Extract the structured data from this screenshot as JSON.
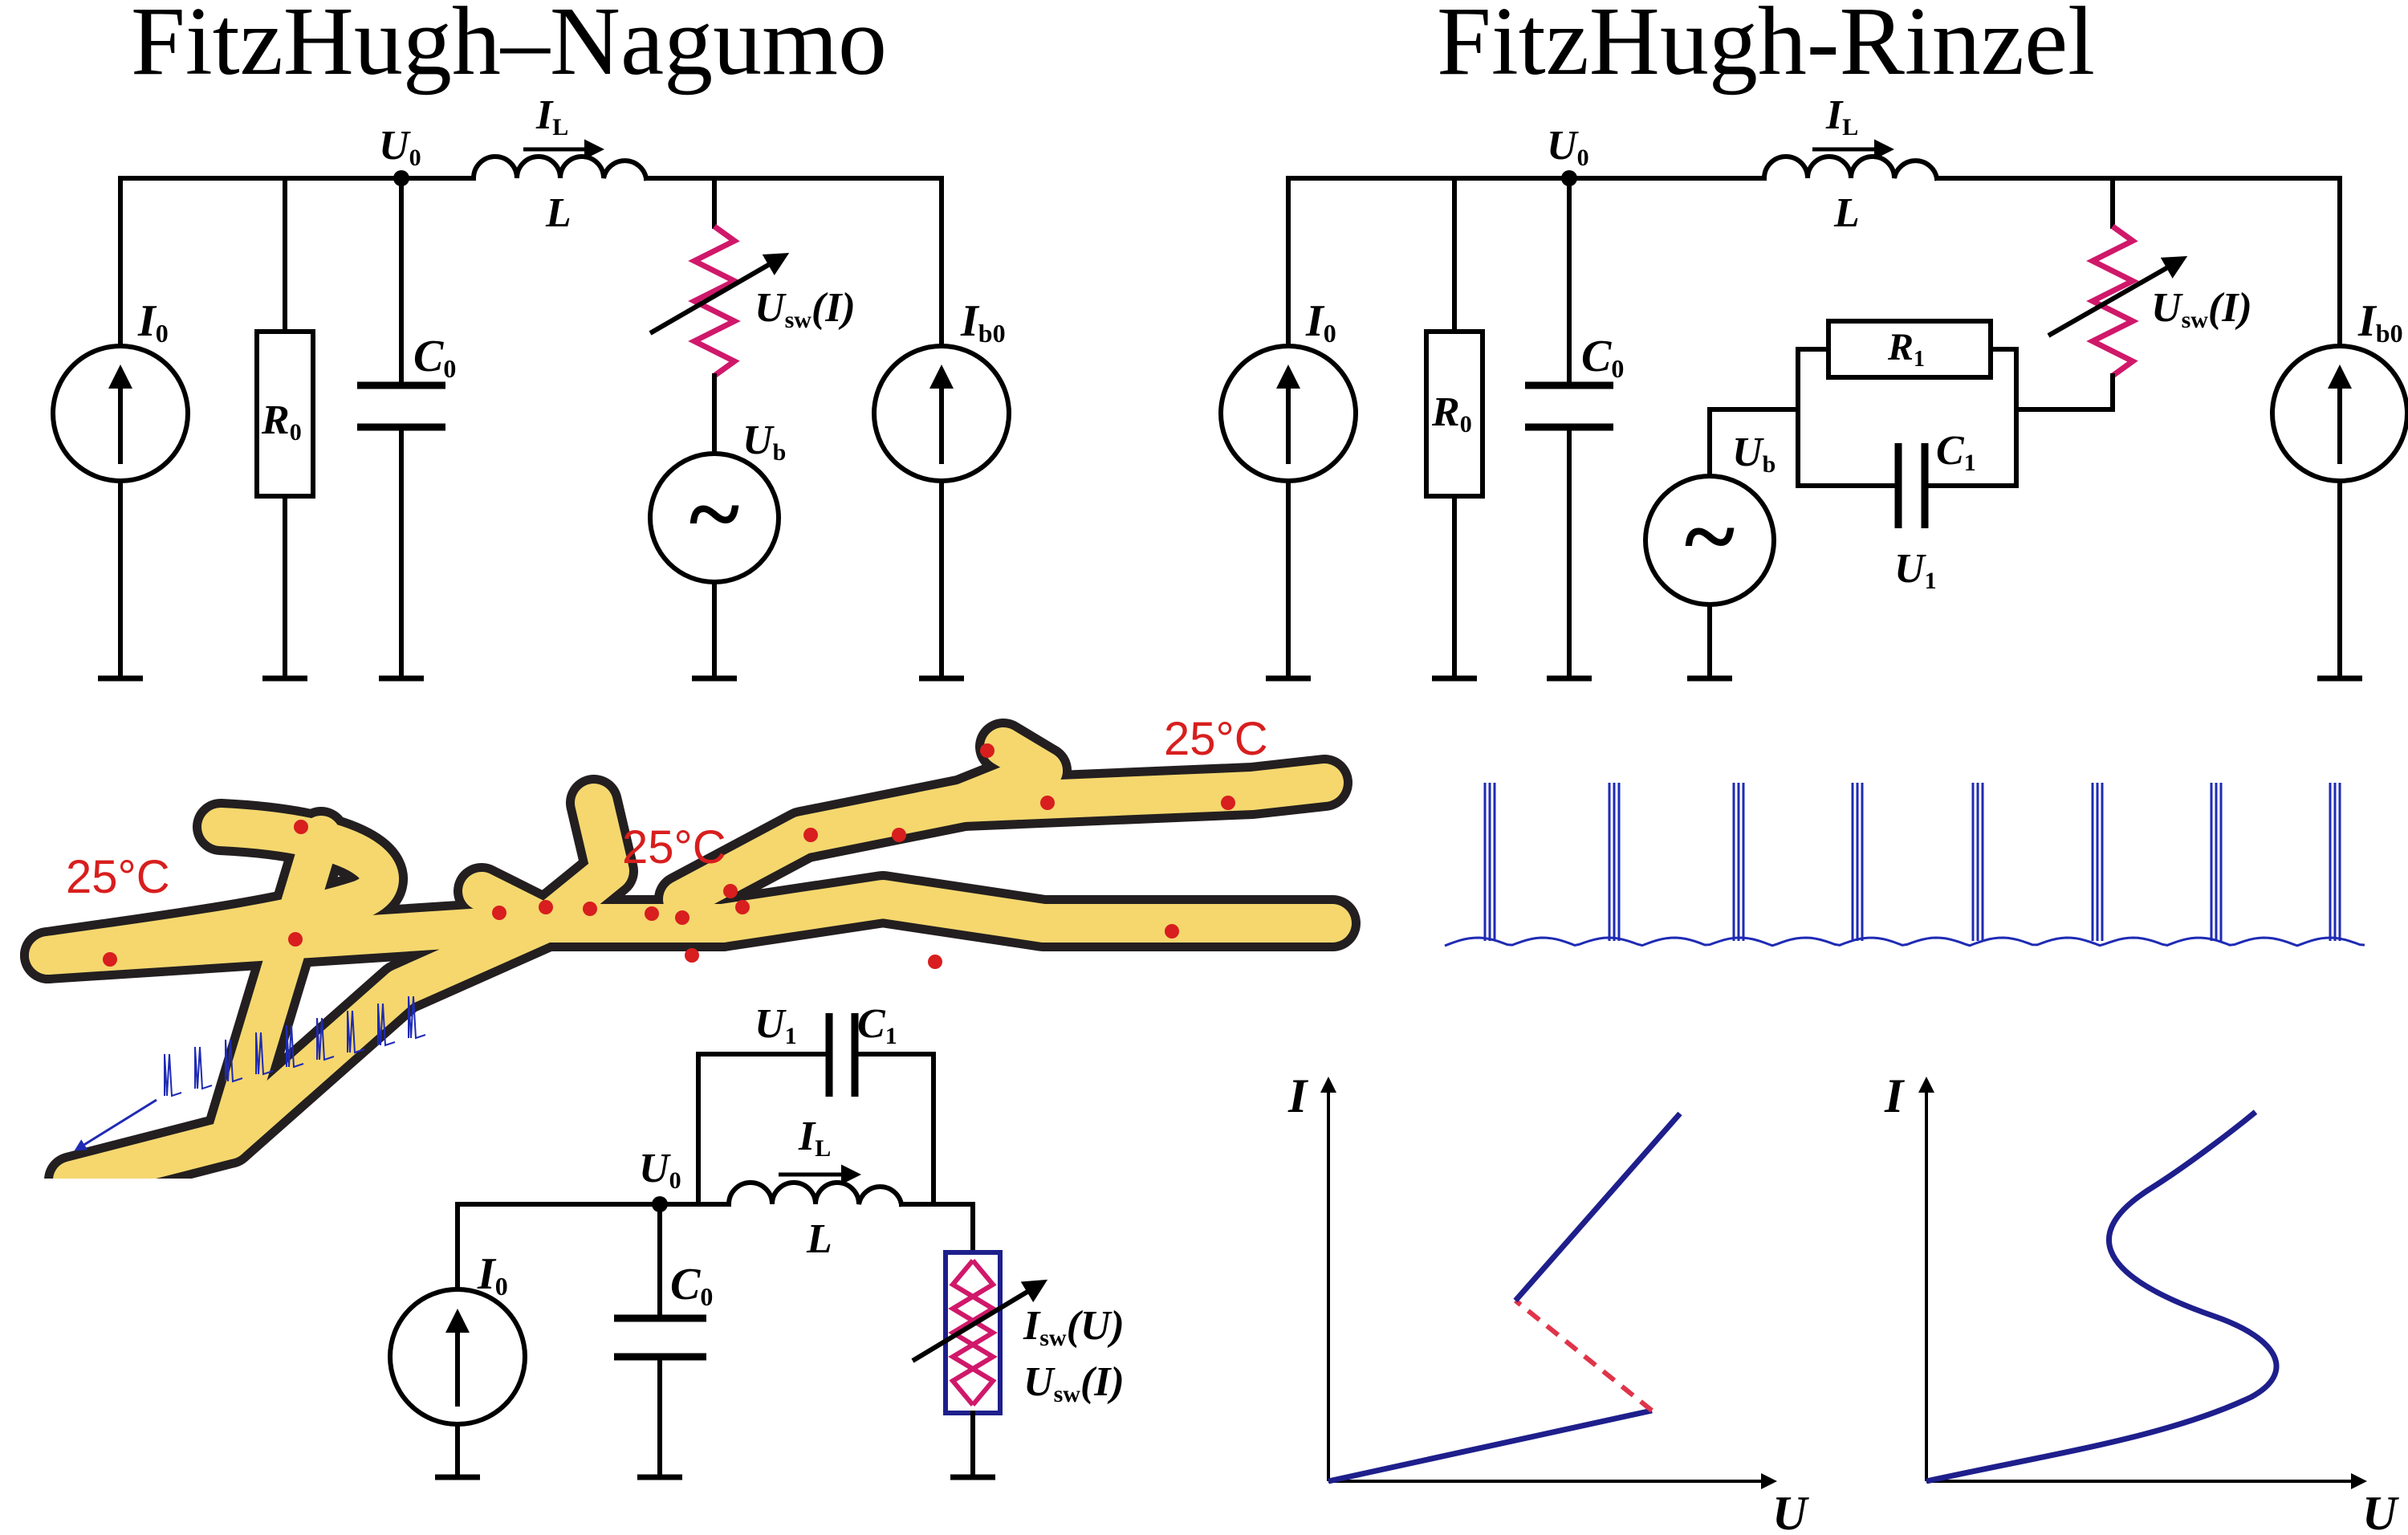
{
  "titles": {
    "left": "FitzHugh–Nagumo",
    "right": "FitzHugh-Rinzel"
  },
  "labels": {
    "U0": "U",
    "U0_sub": "0",
    "IL": "I",
    "IL_sub": "L",
    "L": "L",
    "I0": "I",
    "I0_sub": "0",
    "R0": "R",
    "R0_sub": "0",
    "C0": "C",
    "C0_sub": "0",
    "Usw": "U",
    "Usw_sub": "sw",
    "Usw_arg": "(I)",
    "Ub": "U",
    "Ub_sub": "b",
    "Ib0": "I",
    "Ib0_sub": "b0",
    "R1": "R",
    "R1_sub": "1",
    "C1": "C",
    "C1_sub": "1",
    "U1": "U",
    "U1_sub": "1",
    "Isw": "I",
    "Isw_sub": "sw",
    "Isw_arg": "(U)",
    "source_symbol": "~"
  },
  "temperatures": [
    "25°C",
    "25°C",
    "25°C"
  ],
  "iv_axes": {
    "y": "I",
    "x": "U"
  },
  "colors": {
    "wire": "#000000",
    "resistor_sw": "#d0186a",
    "neuron_fill": "#f5d76e",
    "neuron_outline": "#231f20",
    "neuron_dot": "#d81e1e",
    "trace": "#1f2bb4",
    "curve": "#1e1f8c",
    "unstable": "#e0344a",
    "temp_text": "#d81e1e"
  }
}
